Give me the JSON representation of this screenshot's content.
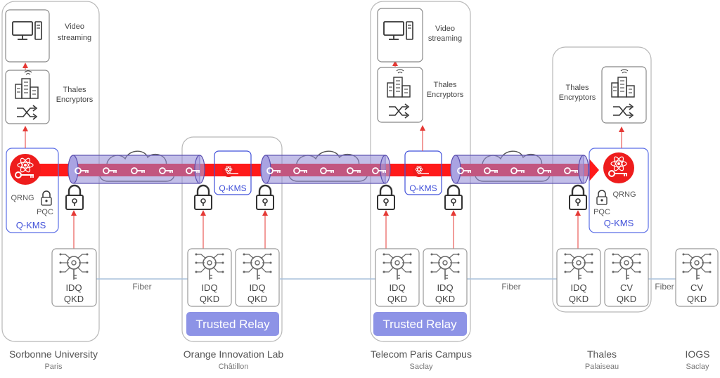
{
  "sites": [
    {
      "name": "Sorbonne University",
      "city": "Paris"
    },
    {
      "name": "Orange Innovation Lab",
      "city": "Châtillon"
    },
    {
      "name": "Telecom Paris Campus",
      "city": "Saclay"
    },
    {
      "name": "Thales",
      "city": "Palaiseau"
    },
    {
      "name": "IOGS",
      "city": "Saclay"
    }
  ],
  "labels": {
    "video_line1": "Video",
    "video_line2": "streaming",
    "enc_line1": "Thales",
    "enc_line2": "Encryptors",
    "qrng": "QRNG",
    "pqc": "PQC",
    "qkms": "Q-KMS",
    "fiber": "Fiber",
    "trusted_relay": "Trusted Relay"
  },
  "qkd_devices": [
    {
      "line1": "IDQ",
      "line2": "QKD"
    },
    {
      "line1": "IDQ",
      "line2": "QKD"
    },
    {
      "line1": "IDQ",
      "line2": "QKD"
    },
    {
      "line1": "IDQ",
      "line2": "QKD"
    },
    {
      "line1": "IDQ",
      "line2": "QKD"
    },
    {
      "line1": "IDQ",
      "line2": "QKD"
    },
    {
      "line1": "CV",
      "line2": "QKD"
    },
    {
      "line1": "CV",
      "line2": "QKD"
    }
  ],
  "colors": {
    "beam": "#ff1a1a",
    "tube": "#8f88d6",
    "qkms_blue": "#3f4fd9",
    "relay_fill": "#8d93e6",
    "gray_text": "#6b6b6b",
    "box_border": "#b8b8b8"
  },
  "icons": [
    "monitor-icon",
    "server-tower-icon",
    "building-icon",
    "shuffle-icon",
    "qrng-key-icon",
    "padlock-icon",
    "qkd-key-circuit-icon",
    "cloud-icon"
  ]
}
